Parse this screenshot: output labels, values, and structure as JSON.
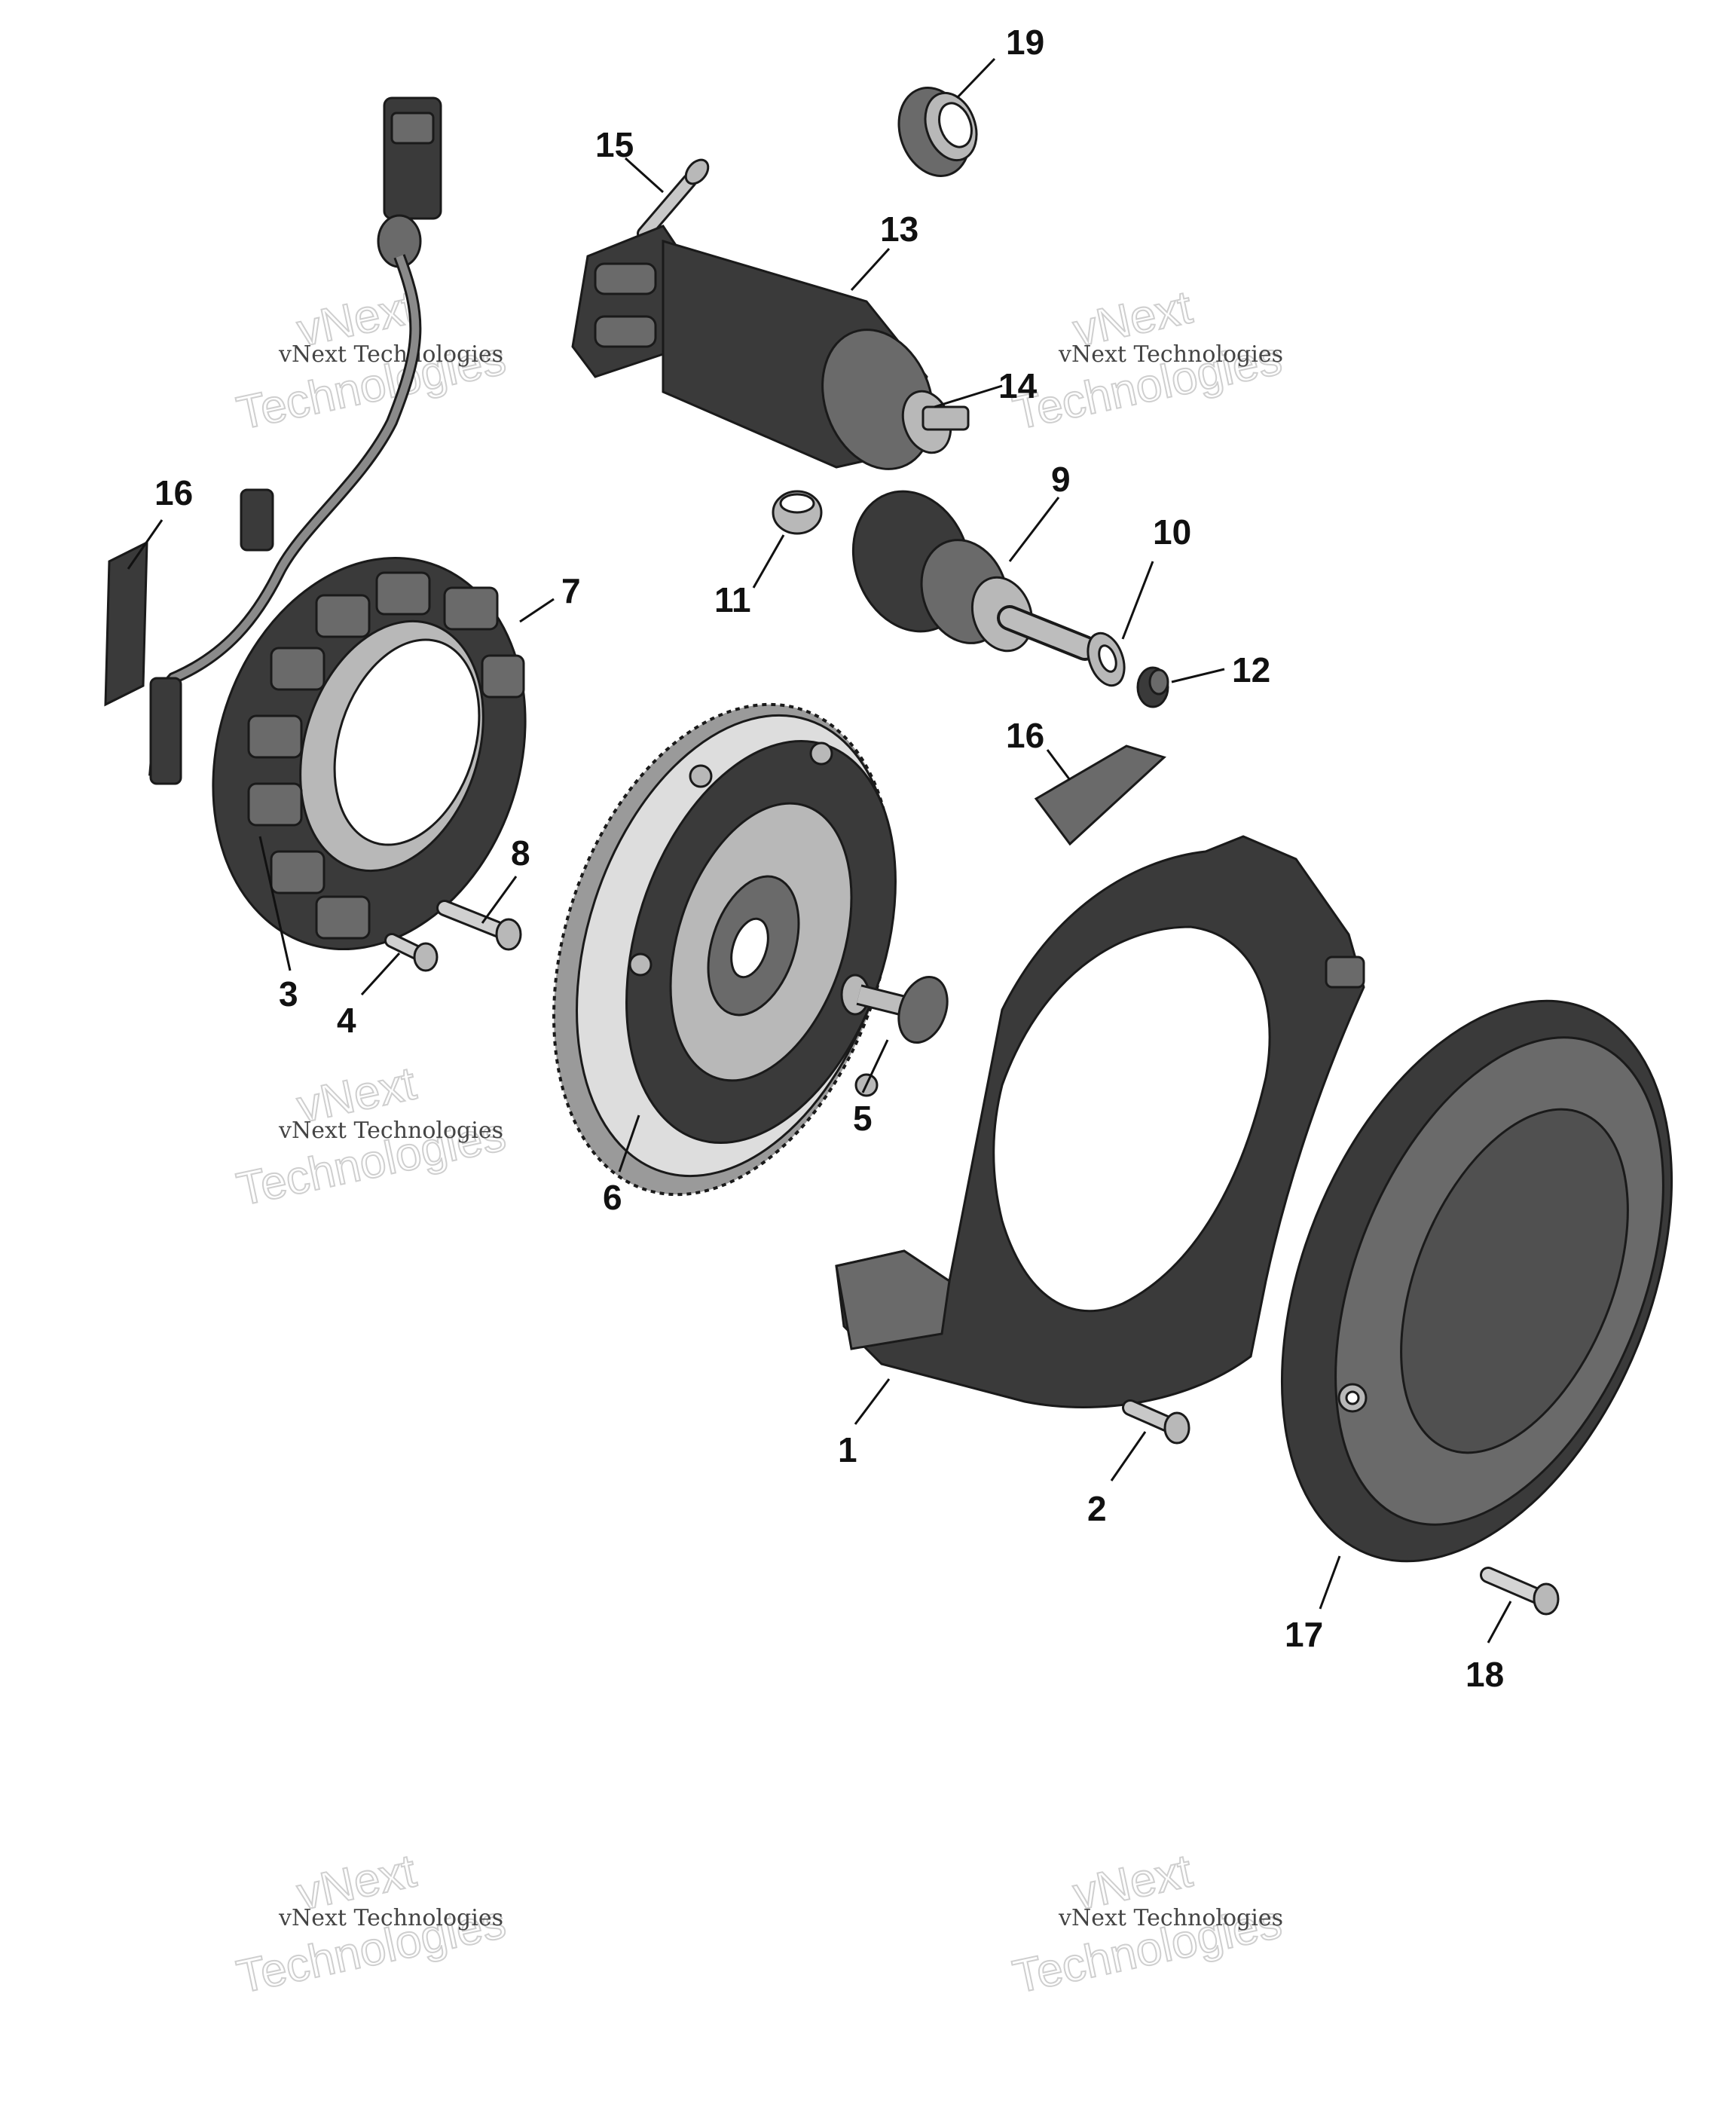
{
  "callouts": [
    {
      "id": "1",
      "label": "1"
    },
    {
      "id": "2",
      "label": "2"
    },
    {
      "id": "3",
      "label": "3"
    },
    {
      "id": "4",
      "label": "4"
    },
    {
      "id": "5",
      "label": "5"
    },
    {
      "id": "6",
      "label": "6"
    },
    {
      "id": "7",
      "label": "7"
    },
    {
      "id": "8",
      "label": "8"
    },
    {
      "id": "9",
      "label": "9"
    },
    {
      "id": "10",
      "label": "10"
    },
    {
      "id": "11",
      "label": "11"
    },
    {
      "id": "12",
      "label": "12"
    },
    {
      "id": "13",
      "label": "13"
    },
    {
      "id": "14",
      "label": "14"
    },
    {
      "id": "15",
      "label": "15"
    },
    {
      "id": "16a",
      "label": "16"
    },
    {
      "id": "16b",
      "label": "16"
    },
    {
      "id": "17",
      "label": "17"
    },
    {
      "id": "18",
      "label": "18"
    },
    {
      "id": "19",
      "label": "19"
    }
  ],
  "watermark": {
    "line_small": "vNext Technologies",
    "line_big_1": "vNext",
    "line_big_2": "Technologies"
  },
  "colors": {
    "part_dark": "#3a3a3a",
    "part_mid": "#6a6a6a",
    "part_light": "#b8b8b8",
    "ink": "#111111"
  }
}
